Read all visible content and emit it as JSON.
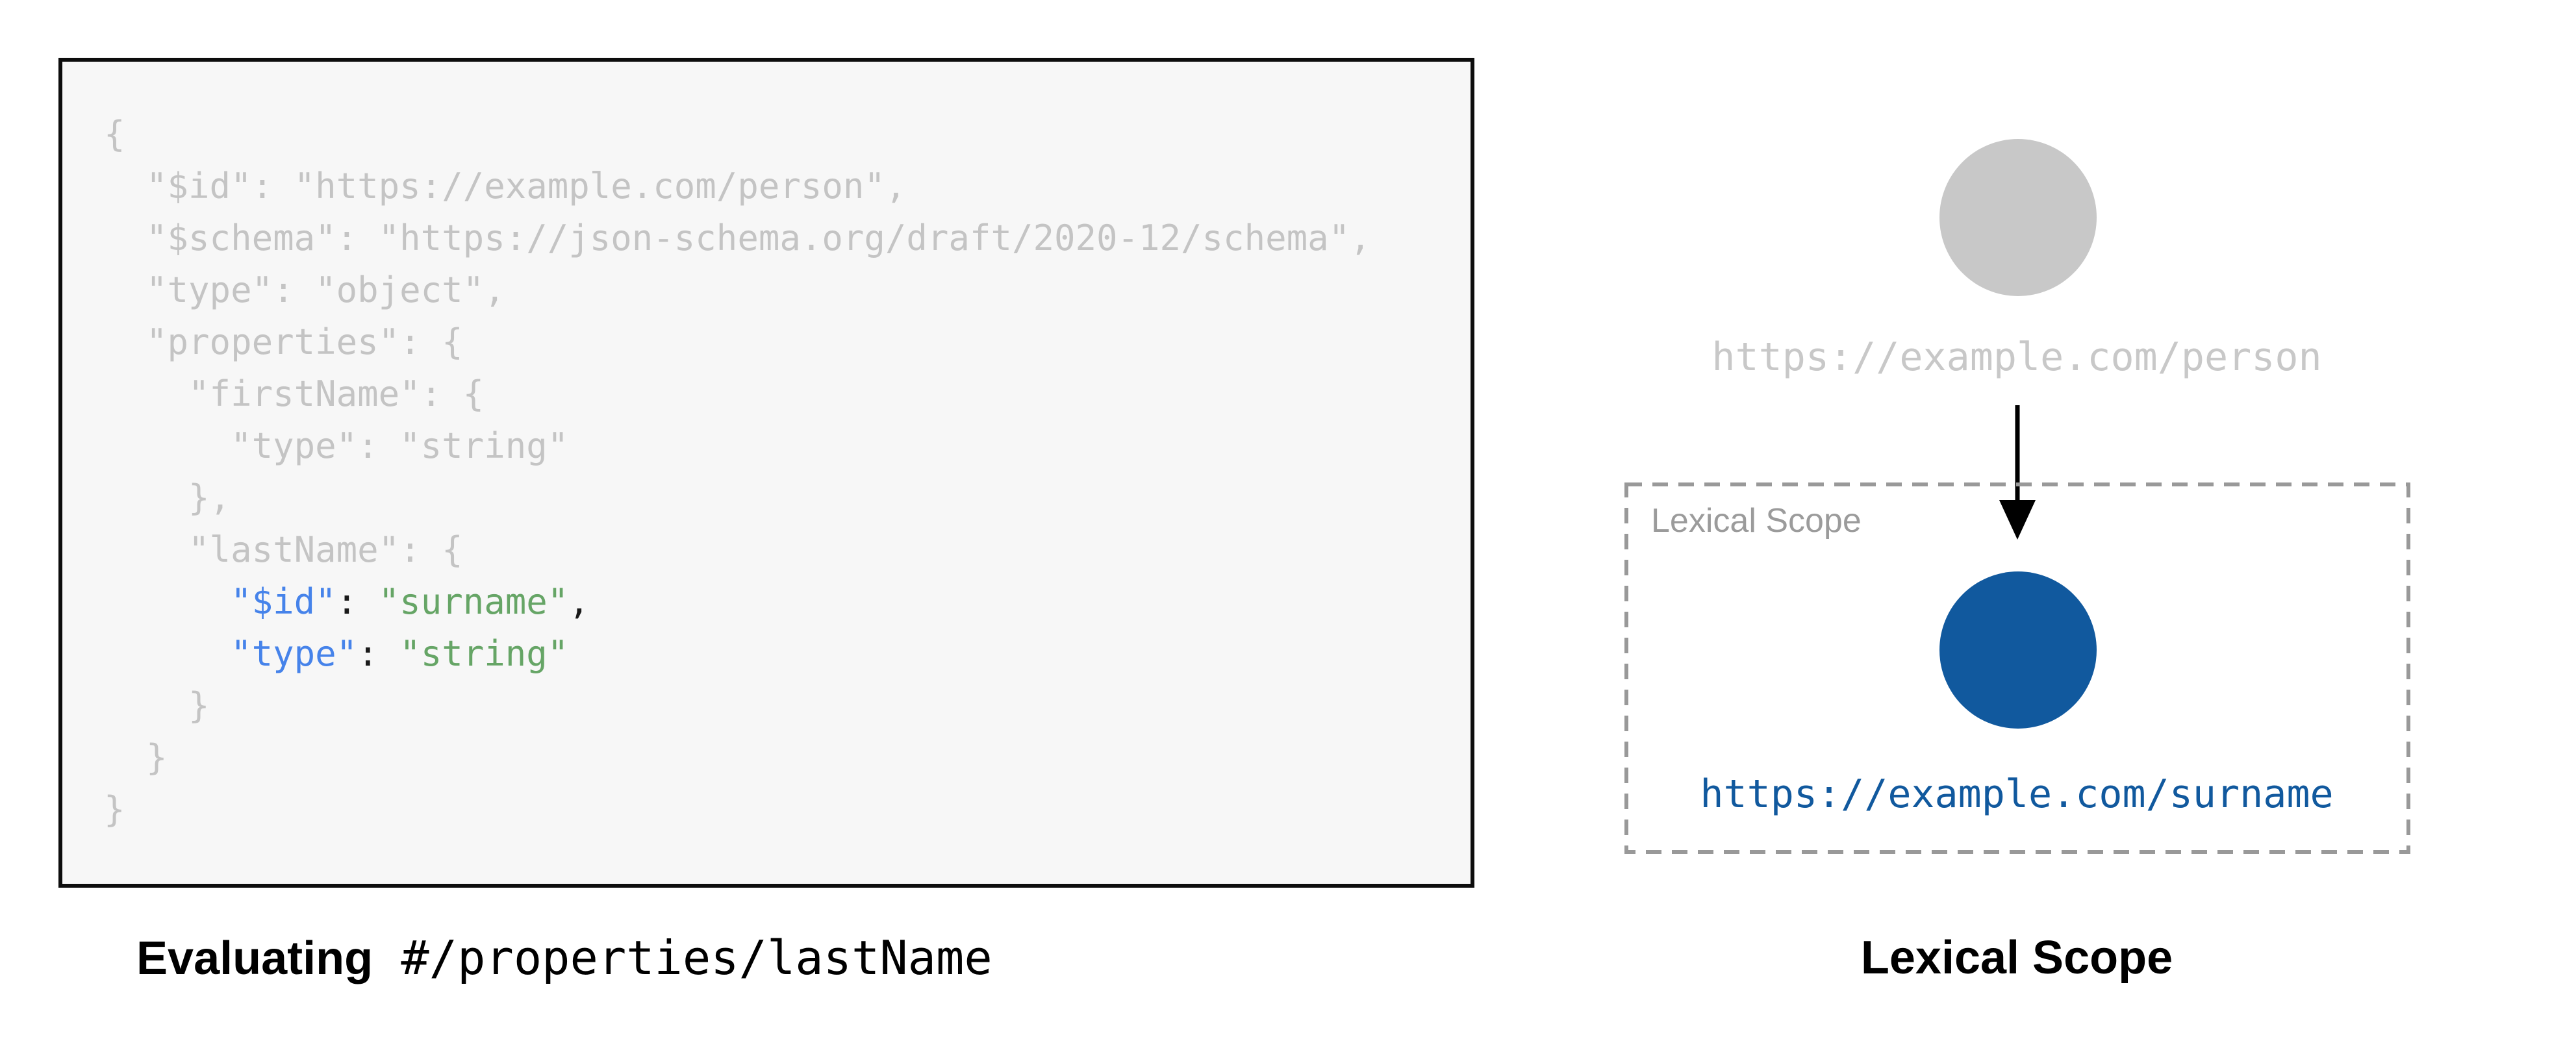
{
  "left_figure": {
    "caption_bold": "Evaluating",
    "caption_mono": " #/properties/lastName",
    "code_lines": [
      [
        {
          "t": "{",
          "c": "gray"
        }
      ],
      [
        {
          "t": "  \"$id\": \"https://example.com/person\",",
          "c": "gray"
        }
      ],
      [
        {
          "t": "  \"$schema\": \"https://json-schema.org/draft/2020-12/schema\",",
          "c": "gray"
        }
      ],
      [
        {
          "t": "  \"type\": \"object\",",
          "c": "gray"
        }
      ],
      [
        {
          "t": "  \"properties\": {",
          "c": "gray"
        }
      ],
      [
        {
          "t": "    \"firstName\": {",
          "c": "gray"
        }
      ],
      [
        {
          "t": "      \"type\": \"string\"",
          "c": "gray"
        }
      ],
      [
        {
          "t": "    },",
          "c": "gray"
        }
      ],
      [
        {
          "t": "    \"lastName\": {",
          "c": "gray"
        }
      ],
      [
        {
          "t": "      ",
          "c": "gray"
        },
        {
          "t": "\"$id\"",
          "c": "blue"
        },
        {
          "t": ": ",
          "c": "black"
        },
        {
          "t": "\"surname\"",
          "c": "green"
        },
        {
          "t": ",",
          "c": "black"
        }
      ],
      [
        {
          "t": "      ",
          "c": "gray"
        },
        {
          "t": "\"type\"",
          "c": "blue"
        },
        {
          "t": ": ",
          "c": "black"
        },
        {
          "t": "\"string\"",
          "c": "green"
        }
      ],
      [
        {
          "t": "    }",
          "c": "gray"
        }
      ],
      [
        {
          "t": "  }",
          "c": "gray"
        }
      ],
      [
        {
          "t": "}",
          "c": "gray"
        }
      ]
    ]
  },
  "right_figure": {
    "person_node_label": "https://example.com/person",
    "scope_box_label": "Lexical Scope",
    "surname_node_label": "https://example.com/surname",
    "caption": "Lexical Scope"
  },
  "colors": {
    "gray": "#c4c4c4",
    "blue": "#4683ea",
    "green": "#66a566",
    "black": "#1a1a1a",
    "node_gray": "#c8c8c8",
    "node_blue": "#11599e",
    "dash_gray": "#999999",
    "box_background": "#f7f7f7",
    "box_border": "#0d0d0d"
  }
}
